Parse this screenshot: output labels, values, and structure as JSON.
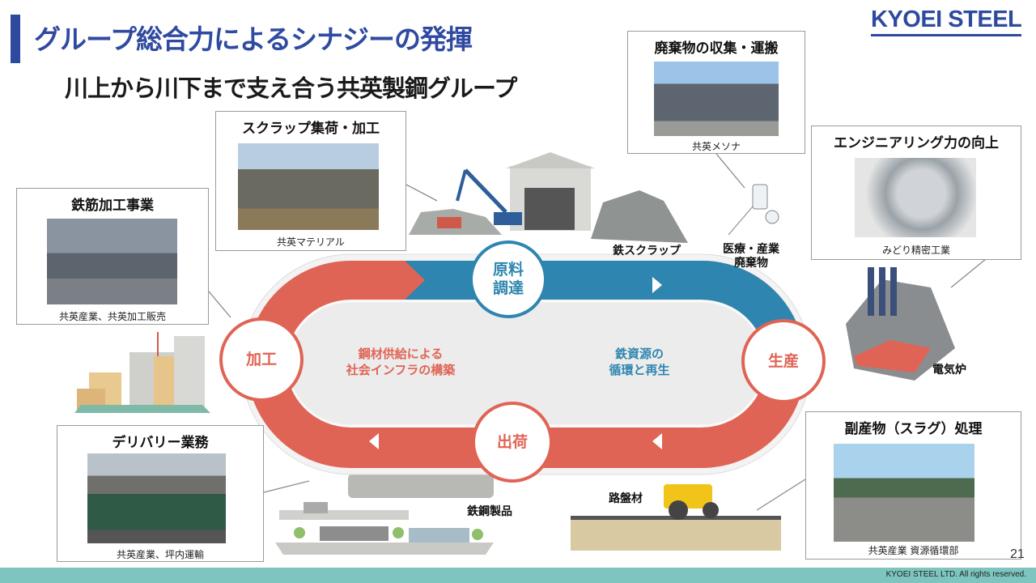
{
  "header": {
    "title": "グループ総合力によるシナジーの発揮",
    "subtitle": "川上から川下まで支え合う共英製鋼グループ",
    "logo": "KYOEI STEEL"
  },
  "boxes": {
    "scrap": {
      "title": "スクラップ集荷・加工",
      "caption": "共英マテリアル"
    },
    "waste": {
      "title": "廃棄物の収集・運搬",
      "caption": "共英メソナ"
    },
    "engineering": {
      "title": "エンジニアリング力の向上",
      "caption": "みどり精密工業"
    },
    "rebar": {
      "title": "鉄筋加工事業",
      "caption": "共英産業、共英加工販売"
    },
    "delivery": {
      "title": "デリバリー業務",
      "caption": "共英産業、坪内運輸"
    },
    "slag": {
      "title": "副産物（スラグ）処理",
      "caption": "共英産業 資源循環部"
    }
  },
  "labels": {
    "iron_scrap": "鉄スクラップ",
    "medical_waste_1": "医療・産業",
    "medical_waste_2": "廃棄物",
    "eaf": "電気炉",
    "roadbed": "路盤材",
    "steel_products": "鉄鋼製品"
  },
  "cycle": {
    "procurement_1": "原料",
    "procurement_2": "調達",
    "processing": "加工",
    "production": "生産",
    "shipping": "出荷",
    "center_left_1": "鋼材供給による",
    "center_left_2": "社会インフラの構築",
    "center_right_1": "鉄資源の",
    "center_right_2": "循環と再生",
    "colors": {
      "red": "#e06455",
      "blue": "#2e86b0"
    }
  },
  "footer": {
    "page_number": "21",
    "copyright": "KYOEI STEEL LTD.  All rights reserved."
  }
}
